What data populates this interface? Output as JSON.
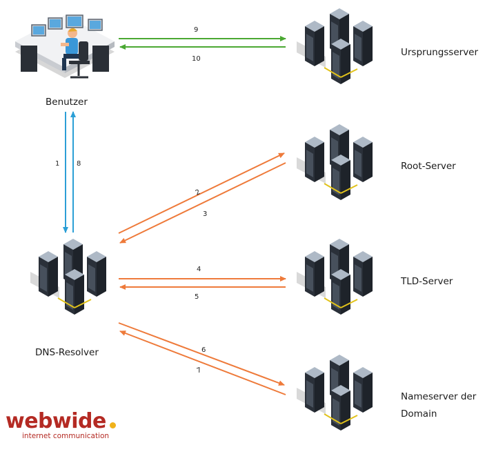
{
  "nodes": {
    "user": "Benutzer",
    "resolver": "DNS-Resolver",
    "origin": "Ursprungsserver",
    "root": "Root-Server",
    "tld": "TLD-Server",
    "nameserver_line1": "Nameserver der",
    "nameserver_line2": "Domain"
  },
  "steps": [
    "1",
    "2",
    "3",
    "4",
    "5",
    "6",
    "7",
    "8",
    "9",
    "10"
  ],
  "colors": {
    "green": "#4aa832",
    "blue": "#2b9fd6",
    "orange": "#ee7a3a"
  },
  "brand": {
    "name": "webwide",
    "tagline": "internet communication"
  }
}
